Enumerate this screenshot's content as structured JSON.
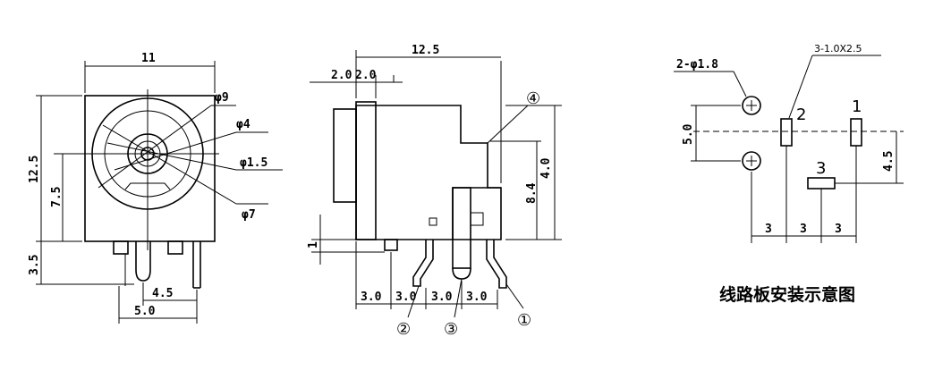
{
  "front_view": {
    "width": "11",
    "height": "12.5",
    "center_height": "7.5",
    "pin_height": "3.5",
    "pin_spacing_a": "4.5",
    "pin_spacing_b": "5.0",
    "dia_9": "φ9",
    "dia_4": "φ4",
    "dia_1_5": "φ1.5",
    "dia_7": "φ7"
  },
  "side_view": {
    "length": "12.5",
    "dim_2_0_a": "2.0",
    "dim_2_0_b": "2.0",
    "height": "8.4",
    "height_b": "4.0",
    "offset": "1",
    "pitch_1": "3.0",
    "pitch_2": "3.0",
    "pitch_3": "3.0",
    "pitch_4": "3.0",
    "callout_1": "①",
    "callout_2": "②",
    "callout_3": "③",
    "callout_4": "④"
  },
  "pcb_layout": {
    "slot_spec": "3-1.0X2.5",
    "hole_spec": "2-φ1.8",
    "hole_spacing": "5.0",
    "offset_4_5": "4.5",
    "spacing_1": "3",
    "spacing_2": "3",
    "spacing_3": "3",
    "pin_1": "1",
    "pin_2": "2",
    "pin_3": "3",
    "caption": "线路板安装示意图"
  }
}
